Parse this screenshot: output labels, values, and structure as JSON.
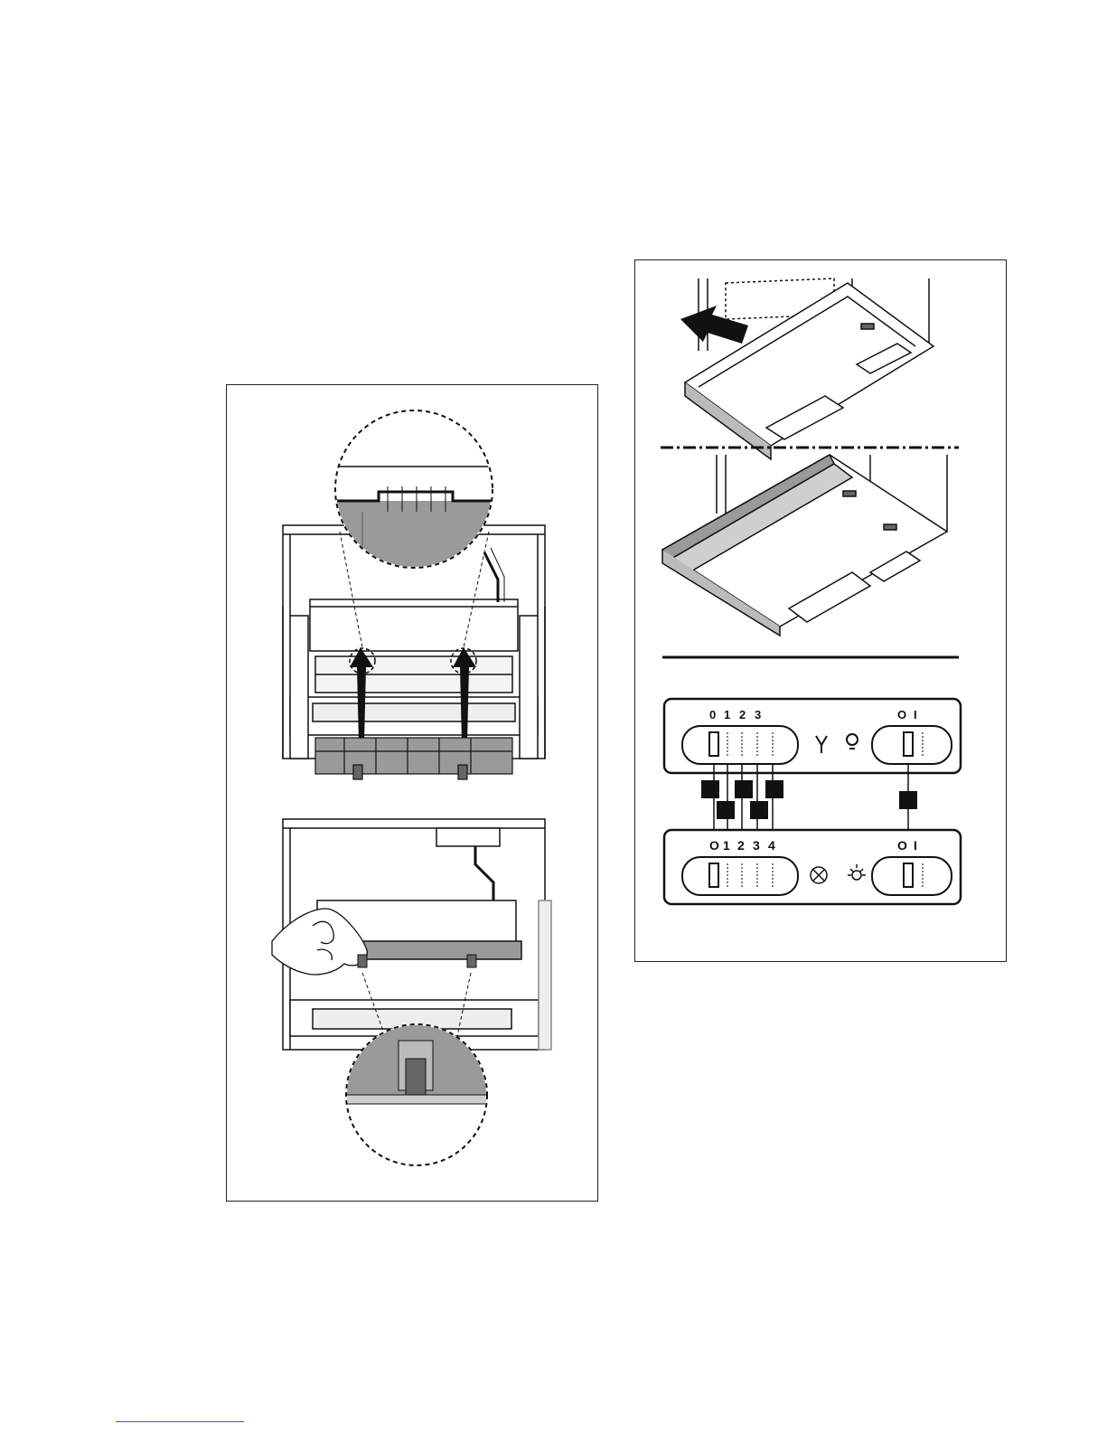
{
  "controls": {
    "old_panel": {
      "fan_labels": [
        "0",
        "1",
        "2",
        "3"
      ],
      "fan_icon": "fan-icon",
      "light_icon": "bulb-icon",
      "light_labels": [
        "O",
        "I"
      ]
    },
    "new_panel": {
      "fan_labels": [
        "O",
        "1",
        "2",
        "3",
        "4"
      ],
      "fan_icon": "fan-icon",
      "light_icon": "lamp-icon",
      "light_labels": [
        "O",
        "I"
      ]
    }
  },
  "icons": {
    "up_arrows": "arrow-up-icon",
    "pull_arrow": "arrow-left-icon"
  },
  "colors": {
    "ink": "#111111",
    "shade": "#9a9a9a",
    "light_shade": "#cfcfcf"
  }
}
